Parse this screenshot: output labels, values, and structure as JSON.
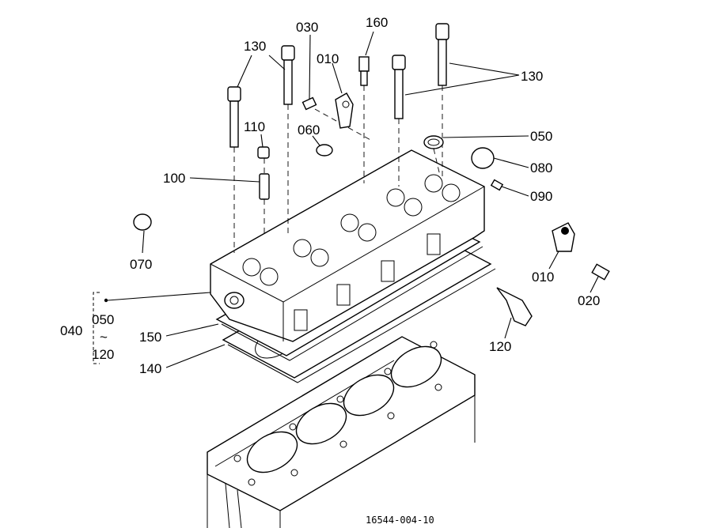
{
  "figure_code": "16544-004-10",
  "callouts": {
    "c130_left": "130",
    "c030": "030",
    "c160": "160",
    "c010_top": "010",
    "c130_right": "130",
    "c110": "110",
    "c060": "060",
    "c050": "050",
    "c080": "080",
    "c100": "100",
    "c090": "090",
    "c070": "070",
    "c010_right": "010",
    "c020": "020",
    "c040": "040",
    "c040_from": "050",
    "c040_sep": "~",
    "c040_to": "120",
    "c150": "150",
    "c140": "140",
    "c120": "120"
  }
}
